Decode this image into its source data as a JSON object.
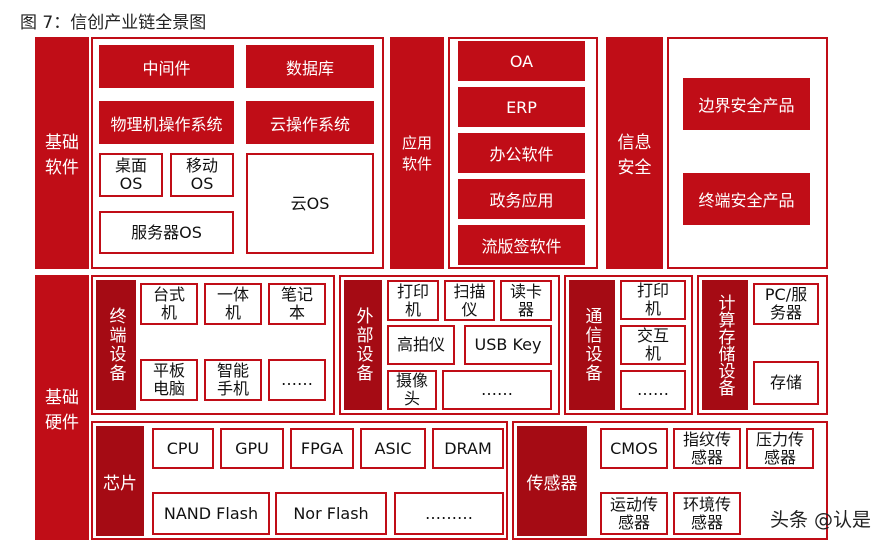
{
  "title": "图 7：信创产业链全景图",
  "software": {
    "label": "基础\n软件",
    "items": {
      "middleware": "中间件",
      "database": "数据库",
      "physical_os": "物理机操作系统",
      "cloud_os_sys": "云操作系统",
      "desktop_os": "桌面\nOS",
      "mobile_os": "移动\nOS",
      "server_os": "服务器OS",
      "cloud_os": "云OS"
    }
  },
  "application": {
    "label": "应用\n软件",
    "items": [
      "OA",
      "ERP",
      "办公软件",
      "政务应用",
      "流版签软件"
    ]
  },
  "security": {
    "label": "信息\n安全",
    "items": [
      "边界安全产品",
      "终端安全产品"
    ]
  },
  "hardware": {
    "label": "基础\n硬件",
    "terminal": {
      "label": "终端设备",
      "items": [
        "台式\n机",
        "一体\n机",
        "笔记\n本",
        "平板\n电脑",
        "智能\n手机",
        "……"
      ]
    },
    "peripheral": {
      "label": "外部设备",
      "items": [
        "打印\n机",
        "扫描\n仪",
        "读卡\n器",
        "高拍仪",
        "USB Key",
        "摄像\n头",
        "……"
      ]
    },
    "comm": {
      "label": "通信设备",
      "items": [
        "打印\n机",
        "交互\n机",
        "……"
      ]
    },
    "compute": {
      "label": "计算存储设备",
      "items": [
        "PC/服\n务器",
        "存储"
      ]
    },
    "chip": {
      "label": "芯片",
      "items": [
        "CPU",
        "GPU",
        "FPGA",
        "ASIC",
        "DRAM",
        "NAND Flash",
        "Nor Flash",
        "………"
      ]
    },
    "sensor": {
      "label": "传感器",
      "items": [
        "CMOS",
        "指纹传\n感器",
        "压力传\n感器",
        "运动传\n感器",
        "环境传\n感器"
      ]
    }
  },
  "watermark": "头条 @认是",
  "colors": {
    "primary_red": "#c00d17",
    "dark_red": "#a50b14"
  }
}
